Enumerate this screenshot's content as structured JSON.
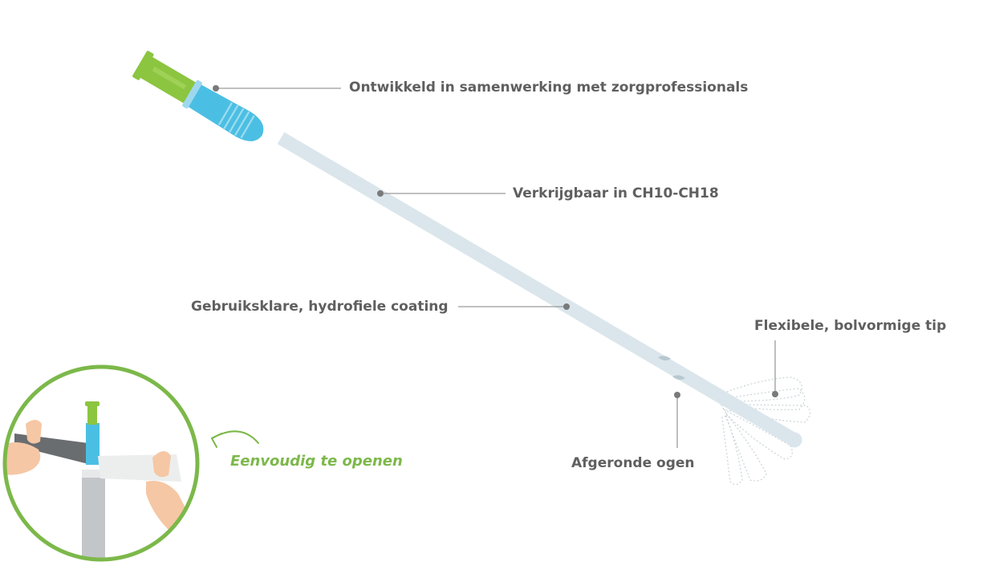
{
  "features": {
    "developed_with_professionals": "Ontwikkeld in samenwerking met zorgprofessionals",
    "available_sizes": "Verkrijgbaar in CH10-CH18",
    "coating": "Gebruiksklare, hydrofiele coating",
    "flexible_tip": "Flexibele, bolvormige tip",
    "rounded_eyes": "Afgeronde ogen"
  },
  "inset": {
    "easy_open": "Eenvoudig te openen"
  },
  "colors": {
    "connector_green": "#8cc540",
    "grip_blue": "#4bbfe3",
    "tube": "#dbe6ec",
    "leader_line": "#9a9a9a",
    "label_text": "#5f5f5f",
    "accent_green": "#7cb84a"
  }
}
